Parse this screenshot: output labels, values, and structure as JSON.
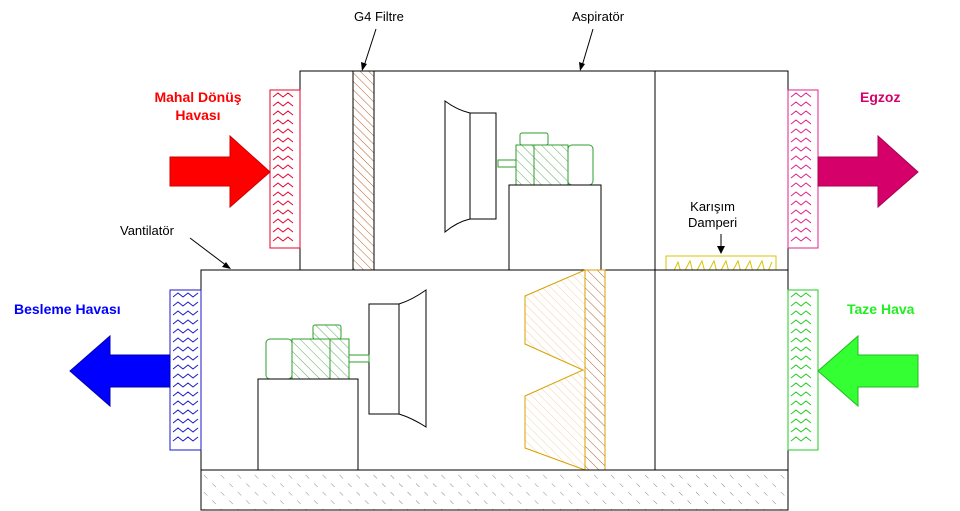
{
  "labels": {
    "filter": "G4 Filtre",
    "exhaust_fan": "Aspiratör",
    "supply_fan": "Vantilatör",
    "mixing_damper_line1": "Karışım",
    "mixing_damper_line2": "Damperi",
    "return_air_line1": "Mahal Dönüş",
    "return_air_line2": "Havası",
    "exhaust_air": "Egzoz",
    "supply_air": "Besleme Havası",
    "fresh_air": "Taze Hava"
  },
  "colors": {
    "return_air": "#ff0000",
    "exhaust_air": "#d6006b",
    "supply_air": "#0000ff",
    "fresh_air": "#33ff33",
    "return_grille": "#e8002a",
    "exhaust_grille": "#e0208a",
    "supply_grille": "#1a1acc",
    "fresh_grille": "#22cc22",
    "filter_hatch": "#b5622f",
    "motor": "#2e9e2e",
    "damper": "#d8c400",
    "coil": "#d9a000",
    "base_hatch": "#555555",
    "outline": "#000000"
  },
  "icons": {
    "return_air_arrow": "arrow-right-icon",
    "exhaust_air_arrow": "arrow-right-icon",
    "supply_air_arrow": "arrow-left-icon",
    "fresh_air_arrow": "arrow-left-icon",
    "exhaust_fan": "fan-icon",
    "supply_fan": "fan-icon",
    "exhaust_motor": "motor-icon",
    "supply_motor": "motor-icon"
  }
}
